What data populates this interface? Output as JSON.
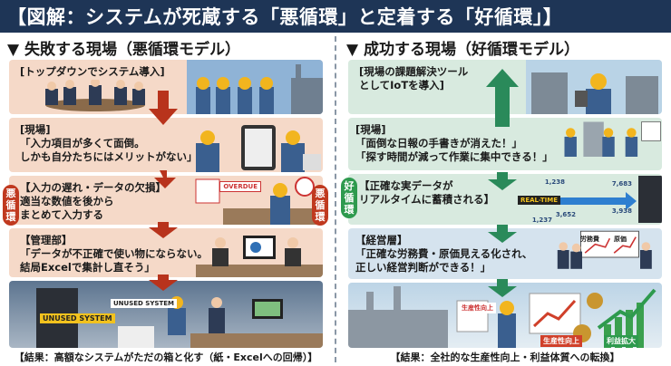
{
  "title": "【図解：システムが死蔵する「悪循環」と定着する「好循環」】",
  "left": {
    "heading": "▼ 失敗する現場（悪循環モデル）",
    "side_label": "悪\n循\n環",
    "rows": [
      {
        "text": "[トップダウンでシステム導入]"
      },
      {
        "text": "[現場]\n「入力項目が多くて面倒。\nしかも自分たちにはメリットがない」"
      },
      {
        "text": "【入力の遅れ・データの欠損】\n適当な数値を後から\nまとめて入力する",
        "badge": "OVERDUE"
      },
      {
        "text": "【管理部】\n「データが不正確で使い物にならない。\n結局Excelで集計し直そう」"
      }
    ],
    "scene_labels": [
      "UNUSED SYSTEM",
      "UNUSED SYSTEM"
    ],
    "caption": "【結果：高額なシステムがただの箱と化す（紙・Excelへの回帰）】"
  },
  "right": {
    "heading": "▼ 成功する現場（好循環モデル）",
    "side_label": "好\n循\n環",
    "rows": [
      {
        "text": "[現場の課題解決ツール\nとしてIoTを導入]"
      },
      {
        "text": "[現場]\n「面倒な日報の手書きが消えた！」\n「探す時間が減って作業に集中できる！」"
      },
      {
        "text": "【正確な実データが\nリアルタイムに蓄積される】",
        "badge": "REAL-TIME",
        "numbers": [
          "1,238",
          "7,683",
          "3,652",
          "3,938",
          "1,237"
        ]
      },
      {
        "text": "【経営層】\n「正確な労務費・原価見える化され、\n正しい経営判断ができる！」",
        "chart_labels": [
          "労務費",
          "原価"
        ]
      }
    ],
    "scene_labels": [
      "生産性向上",
      "生産性向上",
      "利益拡大"
    ],
    "caption": "【結果：全社的な生産性向上・利益体質への転換】"
  },
  "colors": {
    "title_bg": "#1e3556",
    "bad_arrow": "#c0391f",
    "good_arrow": "#2e9a4e"
  }
}
